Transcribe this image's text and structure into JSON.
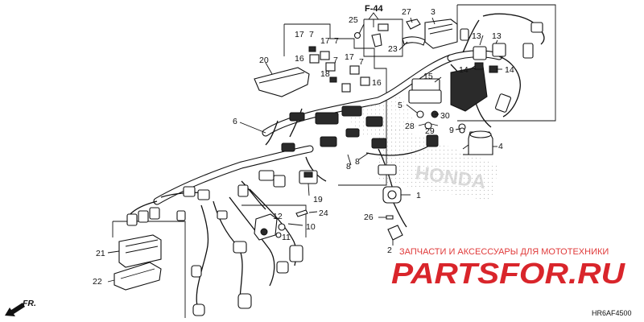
{
  "diagram": {
    "ref_label": "F-44",
    "diagram_code": "HR6AF4500",
    "front_label": "FR.",
    "callouts": [
      {
        "id": "c1",
        "text": "1"
      },
      {
        "id": "c2",
        "text": "2"
      },
      {
        "id": "c3",
        "text": "3"
      },
      {
        "id": "c4",
        "text": "4"
      },
      {
        "id": "c5",
        "text": "5"
      },
      {
        "id": "c6",
        "text": "6"
      },
      {
        "id": "c7a",
        "text": "7"
      },
      {
        "id": "c7b",
        "text": "7"
      },
      {
        "id": "c7c",
        "text": "7"
      },
      {
        "id": "c7d",
        "text": "7"
      },
      {
        "id": "c8a",
        "text": "8"
      },
      {
        "id": "c8b",
        "text": "8"
      },
      {
        "id": "c9",
        "text": "9"
      },
      {
        "id": "c10",
        "text": "10"
      },
      {
        "id": "c11",
        "text": "11"
      },
      {
        "id": "c12",
        "text": "12"
      },
      {
        "id": "c13a",
        "text": "13"
      },
      {
        "id": "c13b",
        "text": "13"
      },
      {
        "id": "c14a",
        "text": "14"
      },
      {
        "id": "c14b",
        "text": "14"
      },
      {
        "id": "c15",
        "text": "15"
      },
      {
        "id": "c16a",
        "text": "16"
      },
      {
        "id": "c16b",
        "text": "16"
      },
      {
        "id": "c17a",
        "text": "17"
      },
      {
        "id": "c17b",
        "text": "17"
      },
      {
        "id": "c17c",
        "text": "17"
      },
      {
        "id": "c18",
        "text": "18"
      },
      {
        "id": "c19",
        "text": "19"
      },
      {
        "id": "c20",
        "text": "20"
      },
      {
        "id": "c21",
        "text": "21"
      },
      {
        "id": "c22",
        "text": "22"
      },
      {
        "id": "c23",
        "text": "23"
      },
      {
        "id": "c24",
        "text": "24"
      },
      {
        "id": "c25",
        "text": "25"
      },
      {
        "id": "c26",
        "text": "26"
      },
      {
        "id": "c27",
        "text": "27"
      },
      {
        "id": "c28",
        "text": "28"
      },
      {
        "id": "c29",
        "text": "29"
      },
      {
        "id": "c30",
        "text": "30"
      }
    ]
  },
  "watermark": {
    "tagline": "ЗАПЧАСТИ И АКСЕССУАРЫ ДЛЯ МОТОТЕХНИКИ",
    "brand": "PARTSFOR.RU",
    "faint_text": "HONDA",
    "brand_color": "#d9252b"
  }
}
